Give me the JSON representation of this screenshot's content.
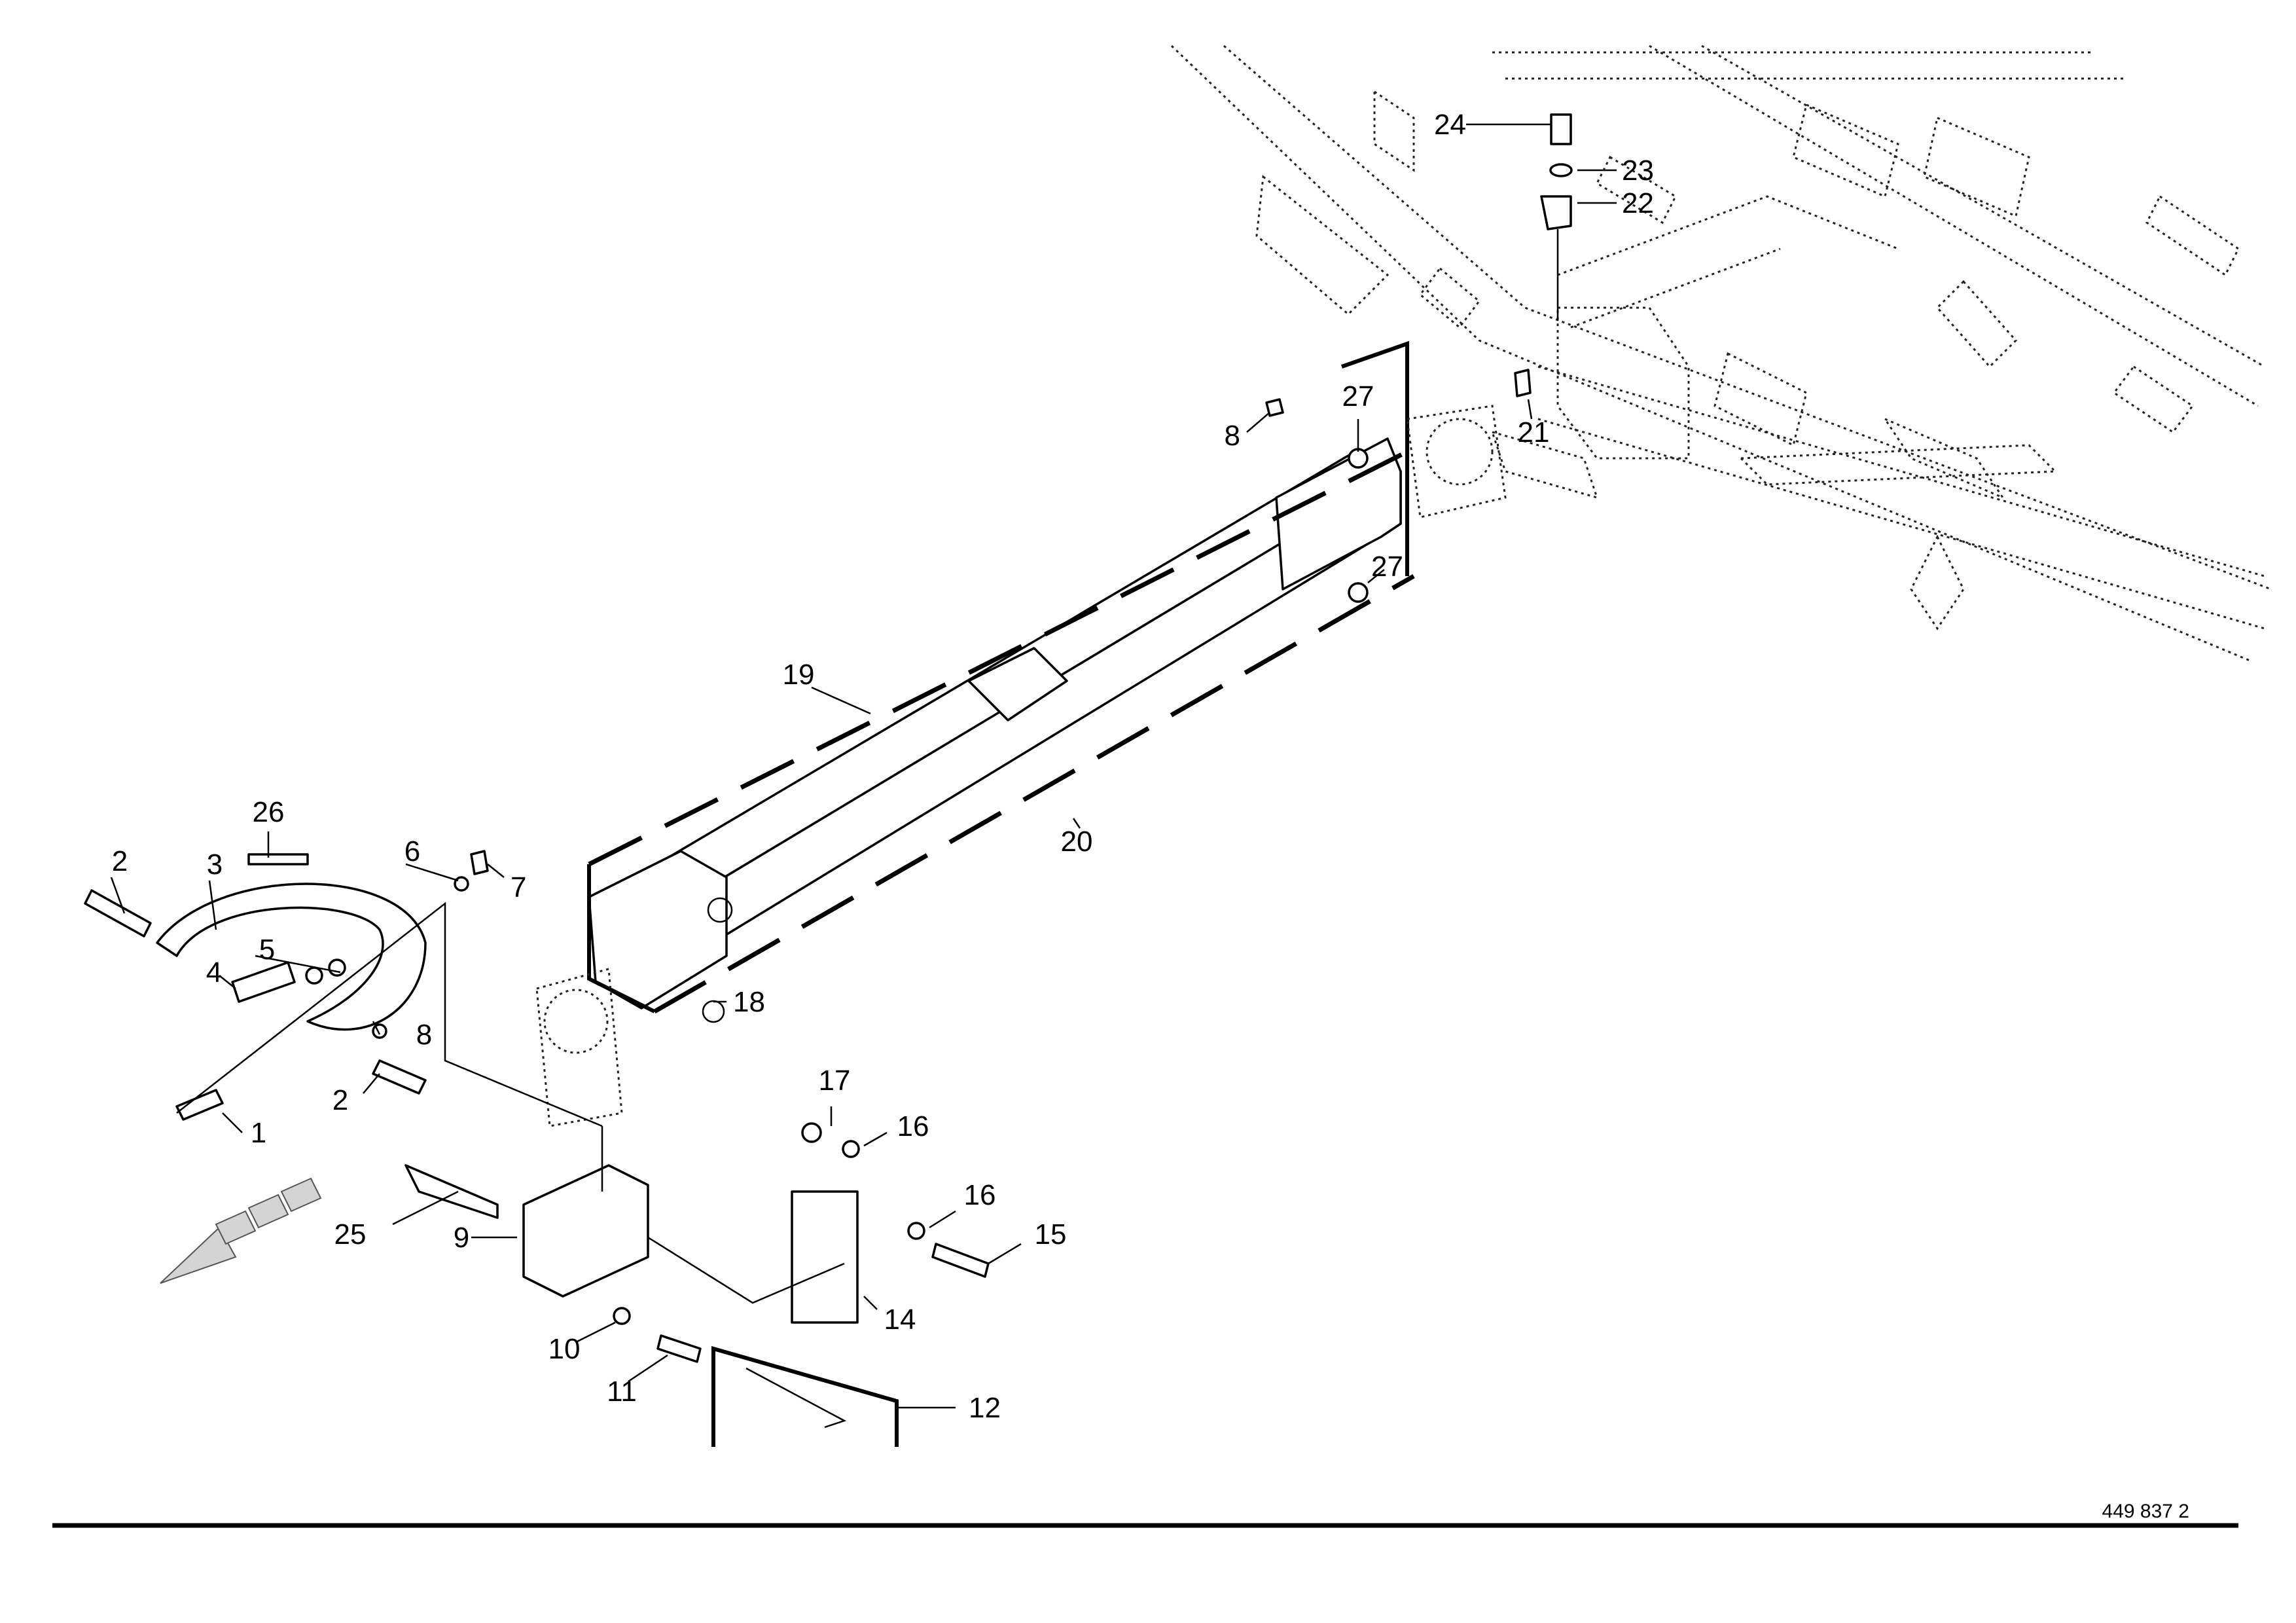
{
  "drawing": {
    "document_number": "449 837 2",
    "direction_arrow_icon": "direction-arrow-icon"
  },
  "callouts": [
    {
      "id": "c1",
      "label": "1"
    },
    {
      "id": "c2a",
      "label": "2"
    },
    {
      "id": "c2b",
      "label": "2"
    },
    {
      "id": "c3",
      "label": "3"
    },
    {
      "id": "c4",
      "label": "4"
    },
    {
      "id": "c5",
      "label": "5"
    },
    {
      "id": "c6",
      "label": "6"
    },
    {
      "id": "c7",
      "label": "7"
    },
    {
      "id": "c8a",
      "label": "8"
    },
    {
      "id": "c8b",
      "label": "8"
    },
    {
      "id": "c9",
      "label": "9"
    },
    {
      "id": "c10",
      "label": "10"
    },
    {
      "id": "c11",
      "label": "11"
    },
    {
      "id": "c12",
      "label": "12"
    },
    {
      "id": "c14",
      "label": "14"
    },
    {
      "id": "c15",
      "label": "15"
    },
    {
      "id": "c16a",
      "label": "16"
    },
    {
      "id": "c16b",
      "label": "16"
    },
    {
      "id": "c17",
      "label": "17"
    },
    {
      "id": "c18",
      "label": "18"
    },
    {
      "id": "c19",
      "label": "19"
    },
    {
      "id": "c20",
      "label": "20"
    },
    {
      "id": "c21",
      "label": "21"
    },
    {
      "id": "c22",
      "label": "22"
    },
    {
      "id": "c23",
      "label": "23"
    },
    {
      "id": "c24",
      "label": "24"
    },
    {
      "id": "c25",
      "label": "25"
    },
    {
      "id": "c26",
      "label": "26"
    },
    {
      "id": "c27a",
      "label": "27"
    },
    {
      "id": "c27b",
      "label": "27"
    }
  ]
}
